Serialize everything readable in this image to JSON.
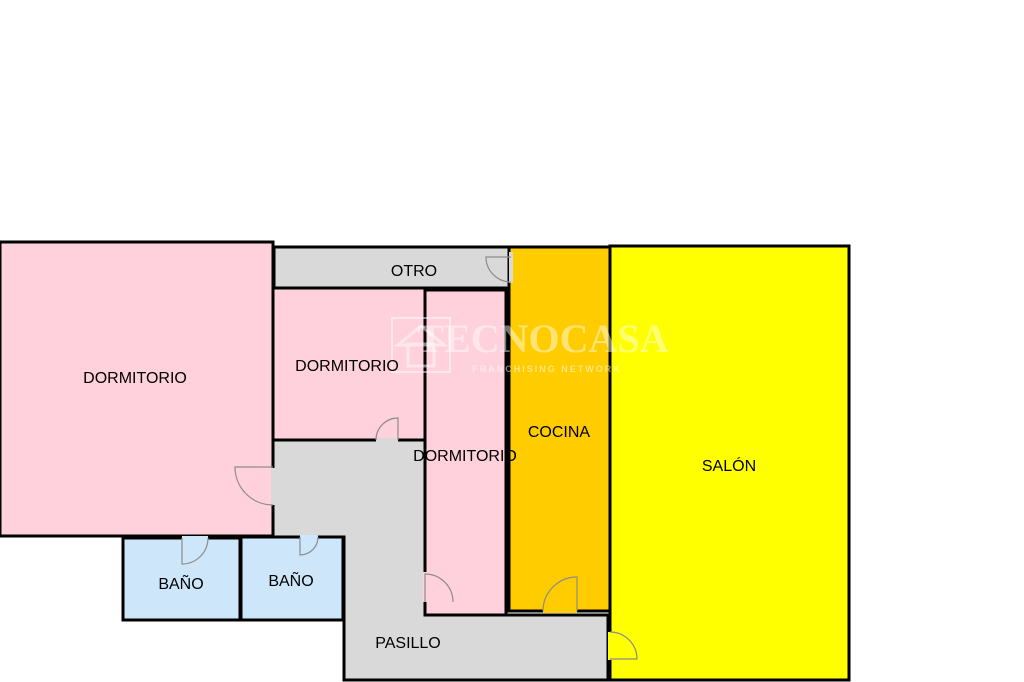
{
  "colors": {
    "bedroom": "#ffd1dc",
    "bathroom": "#cde6fa",
    "circulation": "#d9d9d9",
    "kitchen": "#ffcc00",
    "living": "#ffff00",
    "wall": "#000000",
    "door": "#8c8c8c"
  },
  "rooms": [
    {
      "id": "dormitorio-1",
      "label": "DORMITORIO"
    },
    {
      "id": "otro",
      "label": "OTRO"
    },
    {
      "id": "dormitorio-2",
      "label": "DORMITORIO"
    },
    {
      "id": "dormitorio-3",
      "label": "DORMITORIO"
    },
    {
      "id": "cocina",
      "label": "COCINA"
    },
    {
      "id": "salon",
      "label": "SALÓN"
    },
    {
      "id": "bano-1",
      "label": "BAÑO"
    },
    {
      "id": "bano-2",
      "label": "BAÑO"
    },
    {
      "id": "pasillo",
      "label": "PASILLO"
    }
  ],
  "watermark": {
    "brand": "TECNOCASA",
    "tagline": "FRANCHISING NETWORK",
    "icon": "house-logo-icon"
  }
}
